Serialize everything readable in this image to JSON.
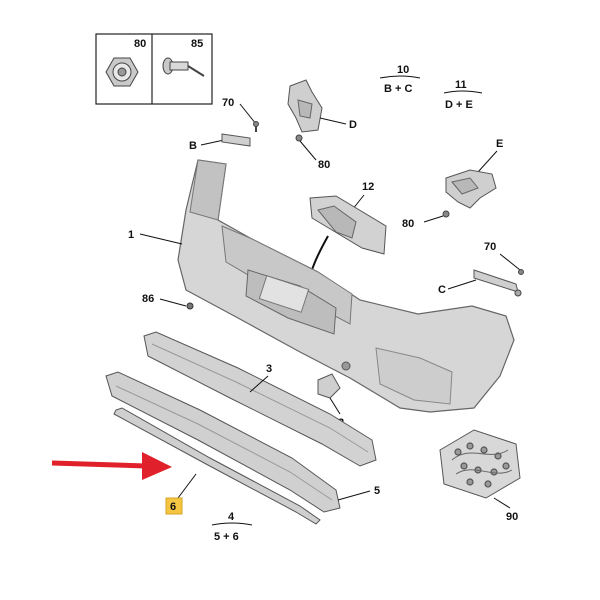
{
  "callouts": {
    "p1": "1",
    "p2": "2",
    "p3": "3",
    "p4": "4",
    "p5": "5",
    "p6": "6",
    "p10": "10",
    "p11": "11",
    "p12": "12",
    "p70_top": "70",
    "p70_right": "70",
    "p80_box": "80",
    "p80_upper": "80",
    "p80_lower": "80",
    "p85": "85",
    "p86": "86",
    "p90": "90",
    "B": "B",
    "C": "C",
    "D": "D",
    "E": "E"
  },
  "group_labels": {
    "g10": "B + C",
    "g11": "D + E",
    "g4": "5 + 6"
  },
  "colors": {
    "highlight_arrow": "#e0202a",
    "highlight_box": "#f5c542",
    "part_fill": "#d8d8d8",
    "part_dark": "#b8b8b8",
    "outline": "#555555",
    "text": "#111111"
  }
}
